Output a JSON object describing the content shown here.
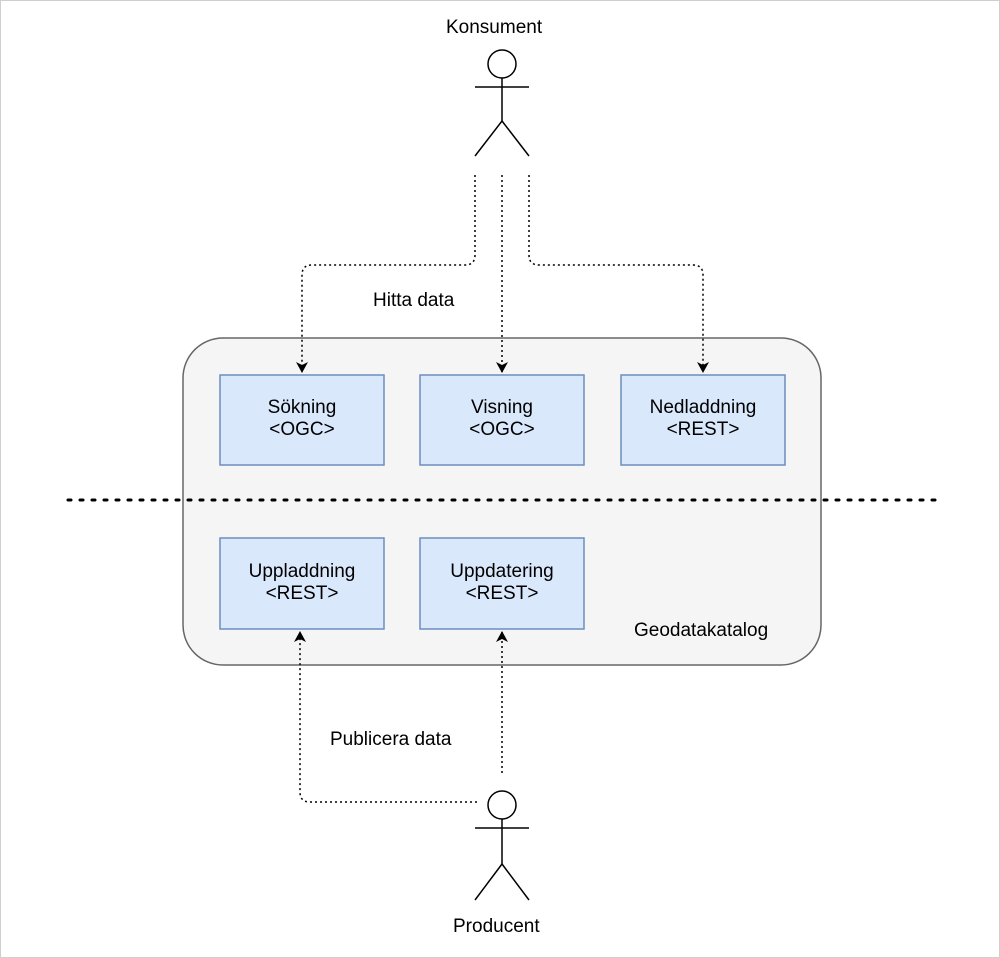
{
  "colors": {
    "container_fill": "#f5f5f5",
    "container_stroke": "#666666",
    "box_fill": "#dae8fc",
    "box_stroke": "#6c8ebf",
    "line": "#000000"
  },
  "actors": {
    "consumer": "Konsument",
    "producer": "Producent"
  },
  "edge_labels": {
    "find": "Hitta data",
    "publish": "Publicera data"
  },
  "container": {
    "label": "Geodatakatalog"
  },
  "services": {
    "search": {
      "name": "Sökning",
      "protocol": "<OGC>"
    },
    "view": {
      "name": "Visning",
      "protocol": "<OGC>"
    },
    "download": {
      "name": "Nedladdning",
      "protocol": "<REST>"
    },
    "upload": {
      "name": "Uppladdning",
      "protocol": "<REST>"
    },
    "update": {
      "name": "Uppdatering",
      "protocol": "<REST>"
    }
  }
}
